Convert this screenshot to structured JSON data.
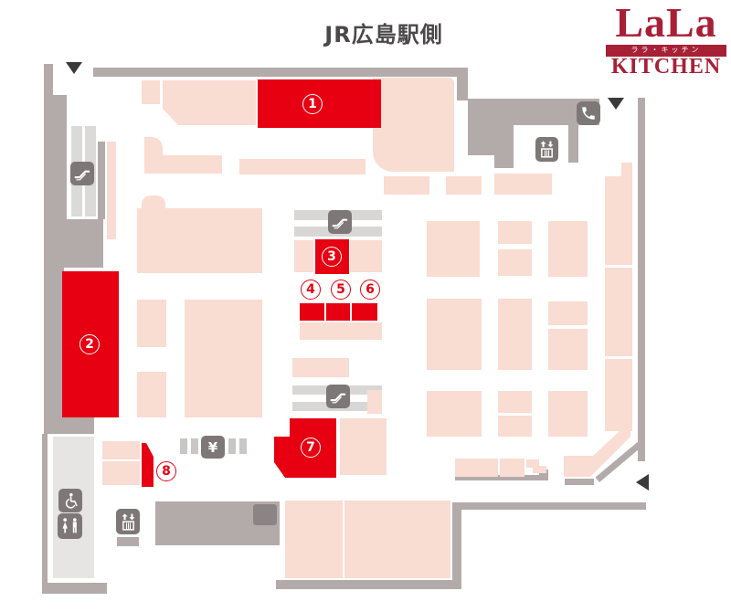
{
  "header": {
    "title": "JR広島駅側"
  },
  "logo": {
    "lala": "LaLa",
    "subtitle": "ララ・キッチン",
    "kitchen": "KITCHEN"
  },
  "map": {
    "areas": [
      {
        "number": "1",
        "variant": "white-on-red"
      },
      {
        "number": "2",
        "variant": "white-on-red"
      },
      {
        "number": "3",
        "variant": "white-on-red"
      },
      {
        "number": "4",
        "variant": "red-on-white"
      },
      {
        "number": "5",
        "variant": "red-on-white"
      },
      {
        "number": "6",
        "variant": "red-on-white"
      },
      {
        "number": "7",
        "variant": "white-on-red"
      },
      {
        "number": "8",
        "variant": "red-on-white"
      }
    ],
    "atm_symbol": "¥",
    "icons": [
      "escalator",
      "escalator",
      "escalator",
      "elevator",
      "elevator",
      "phone",
      "wheelchair",
      "restroom",
      "atm-yen",
      "triangle-down",
      "triangle-down",
      "triangle-left"
    ],
    "colors": {
      "highlight_red": "#e60012",
      "shop_pink": "#f9dcd2",
      "wall_gray": "#b3abaa",
      "icon_gray": "#7d7877",
      "logo_crimson": "#a72036"
    }
  }
}
